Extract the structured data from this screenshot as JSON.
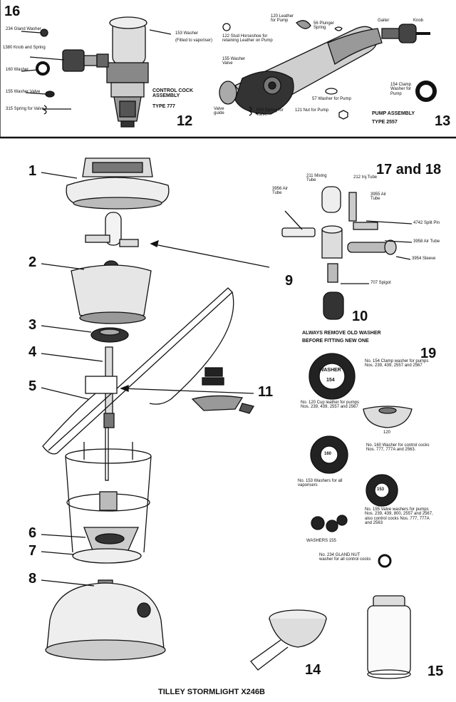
{
  "panel16": {
    "number": "16",
    "figure_number": "12",
    "assembly_title": "CONTROL COCK ASSEMBLY",
    "assembly_type": "TYPE 777",
    "labels": {
      "gland_washer": "234 Gland Washer",
      "knob_spring": "1380 Knob and Spring",
      "washer_160": "160 Washer",
      "washer_valve": "155 Washer Valve",
      "spring_valve": "315 Spring for Valve",
      "washer_153": "153 Washer",
      "fitted_vaporiser": "(Fitted to vaporiser)"
    }
  },
  "panel13": {
    "number": "13",
    "assembly_title": "PUMP ASSEMBLY",
    "assembly_type": "TYPE 2557",
    "labels": {
      "stud_horseshoe": "122 Stud Horseshoe for retaining Leather on Pump",
      "leather_pump": "120 Leather for Pump",
      "plunger_spring": "56 Plunger Spring",
      "gaiter": "Gaiter",
      "knob": "Knob",
      "washer_valve": "155 Washer Valve",
      "clamp_washer": "154 Clamp Washer for Pump",
      "valve_guide": "Valve guide",
      "spring_valve": "610 Spring for Valve",
      "nut_pump": "121 Nut for Pump",
      "washer_pump": "57 Washer for Pump"
    }
  },
  "main": {
    "callouts": [
      "1",
      "2",
      "3",
      "4",
      "5",
      "6",
      "7",
      "8",
      "9",
      "10",
      "11",
      "14",
      "15"
    ],
    "title_1718": "17 and 18",
    "labels_1718": {
      "air_tube_left": "3956 Air Tube",
      "mixing_tube": "211 Mixing Tube",
      "inj_tube": "212 Inj.Tube",
      "air_tube_right": "3955 Air Tube",
      "split_pin": "4742 Split Pin",
      "air_tube_3958": "3958 Air Tube",
      "sleeve": "3954 Sleeve",
      "spigot": "707 Spigot"
    },
    "notice_line1": "ALWAYS REMOVE OLD WASHER",
    "notice_line2": "BEFORE FITTING NEW ONE",
    "section19": {
      "number": "19",
      "washer_stamp": "WASHER",
      "washer_stamp_no": "154",
      "clamp_text": "No. 154 Clamp washer for pumps Nos. 239, 439, 2557 and 2567",
      "cup_text": "No. 120 Cup leather for pumps Nos. 239, 439, 2557 and 2567",
      "cup_no": "120",
      "ring160_no": "160",
      "w160_text": "No. 160 Washer for control cocks Nos. 777, 777A and 2563.",
      "w153_text": "No. 153 Washers for all vaporisers",
      "ring153_no": "153",
      "w155_text": "No. 155 Valve washers for pumps Nos. 239, 439, 800, 2557 and 2567, also control cocks Nos. 777, 777A and 2563",
      "washers155": "WASHERS 155",
      "gland_text": "No. 234 GLAND NUT washer for all control cocks"
    },
    "footer": "TILLEY STORMLIGHT X246B"
  }
}
